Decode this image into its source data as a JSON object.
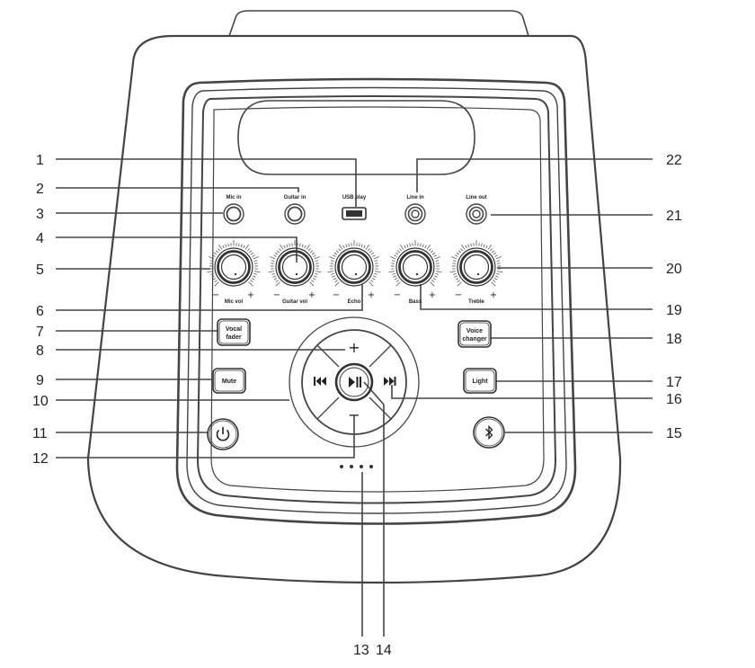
{
  "callouts": {
    "n1": "1",
    "n2": "2",
    "n3": "3",
    "n4": "4",
    "n5": "5",
    "n6": "6",
    "n7": "7",
    "n8": "8",
    "n9": "9",
    "n10": "10",
    "n11": "11",
    "n12": "12",
    "n13": "13",
    "n14": "14",
    "n15": "15",
    "n16": "16",
    "n17": "17",
    "n18": "18",
    "n19": "19",
    "n20": "20",
    "n21": "21",
    "n22": "22"
  },
  "ports": {
    "mic_in": "Mic in",
    "guitar_in": "Guitar in",
    "usb_play": "USB play",
    "line_in": "Line in",
    "line_out": "Line out"
  },
  "knobs": {
    "mic_vol": "Mic vol",
    "guitar_vol": "Guitar vol",
    "echo": "Echo",
    "bass": "Bass",
    "treble": "Treble",
    "minus": "−",
    "plus": "+"
  },
  "buttons": {
    "vocal_fader_1": "Vocal",
    "vocal_fader_2": "fader",
    "voice_changer_1": "Voice",
    "voice_changer_2": "changer",
    "mute": "Mute",
    "light": "Light"
  },
  "nav": {
    "plus": "+",
    "minus": "−"
  },
  "icons": {
    "power": "power-icon",
    "bluetooth": "bluetooth-icon",
    "prev": "previous-track-icon",
    "next": "next-track-icon",
    "play_pause": "play-pause-icon",
    "usb": "usb-port-icon"
  }
}
